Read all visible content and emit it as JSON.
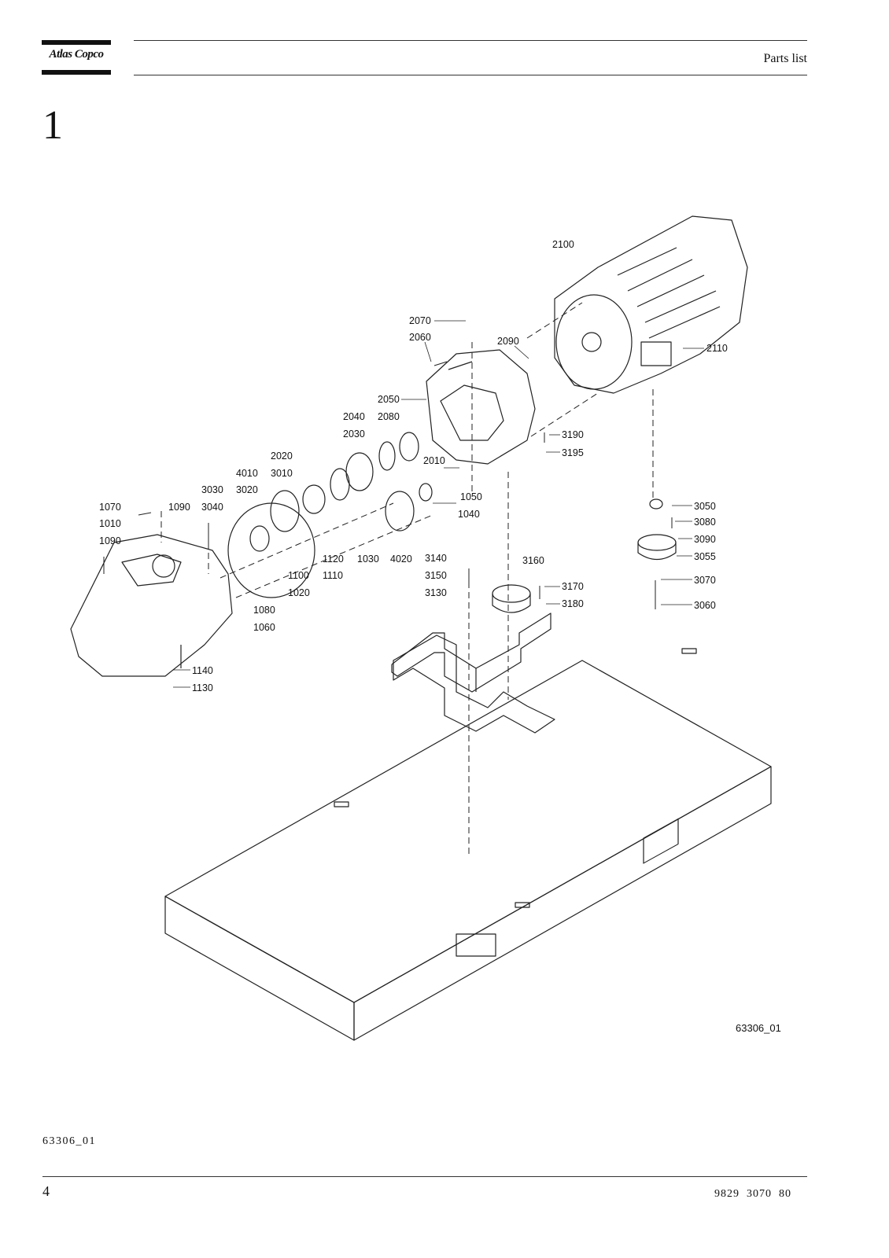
{
  "header": {
    "logo_text": "Atlas Copco",
    "title": "Parts list"
  },
  "section_number": "1",
  "figure": {
    "code": "63306_01",
    "callouts": {
      "c1010": "1010",
      "c1020": "1020",
      "c1030": "1030",
      "c1040": "1040",
      "c1050": "1050",
      "c1060": "1060",
      "c1070": "1070",
      "c1080": "1080",
      "c1090a": "1090",
      "c1090b": "1090",
      "c1100": "1100",
      "c1110": "1110",
      "c1120": "1120",
      "c1130": "1130",
      "c1140": "1140",
      "c2010": "2010",
      "c2020": "2020",
      "c2030": "2030",
      "c2040": "2040",
      "c2050": "2050",
      "c2060": "2060",
      "c2070": "2070",
      "c2080": "2080",
      "c2090": "2090",
      "c2100": "2100",
      "c2110": "2110",
      "c3010": "3010",
      "c3020": "3020",
      "c3030": "3030",
      "c3040": "3040",
      "c3050": "3050",
      "c3055": "3055",
      "c3060": "3060",
      "c3070": "3070",
      "c3080": "3080",
      "c3090": "3090",
      "c3130": "3130",
      "c3140": "3140",
      "c3150": "3150",
      "c3160": "3160",
      "c3170": "3170",
      "c3180": "3180",
      "c3190": "3190",
      "c3195": "3195",
      "c4010": "4010",
      "c4020": "4020"
    }
  },
  "caption": "63306_01",
  "footer": {
    "page_number": "4",
    "doc_number": "9829  3070  80"
  }
}
